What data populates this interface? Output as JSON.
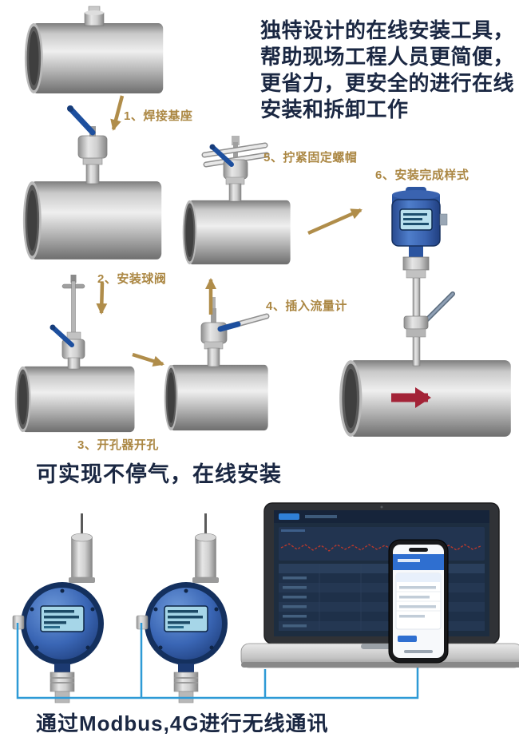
{
  "intro": {
    "text": "独特设计的在线安装工具， 帮助现场工程人员更简便， 更省力，更安全的进行在线安装和拆卸工作"
  },
  "steps": [
    {
      "label": "1、焊接基座"
    },
    {
      "label": "2、安装球阀"
    },
    {
      "label": "3、开孔器开孔"
    },
    {
      "label": "4、插入流量计"
    },
    {
      "label": "5、拧紧固定螺帽"
    },
    {
      "label": "6、安装完成样式"
    }
  ],
  "captions": {
    "online_install": "可实现不停气，在线安装",
    "communication": "通过Modbus,4G进行无线通讯"
  },
  "colors": {
    "text_navy": "#1a2742",
    "label_gold": "#ab8743",
    "arrow_gold": "#b08d4a",
    "device_blue": "#2f5cad",
    "valve_handle_blue": "#1d4f9e",
    "flow_arrow_red": "#a32337",
    "wire_blue": "#2e9ad6",
    "lcd_cyan": "#a6d6e8"
  }
}
